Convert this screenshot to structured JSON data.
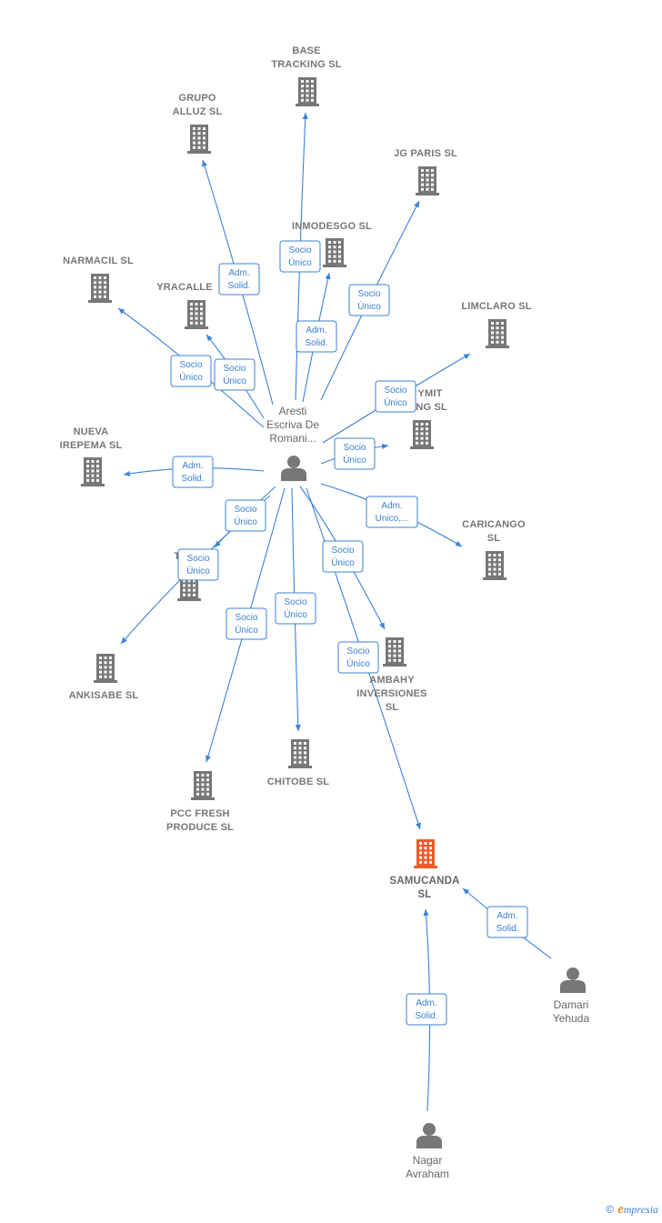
{
  "colors": {
    "edge": "#3b82d6",
    "building": "#777777",
    "building_main": "#f05a28",
    "person": "#777777"
  },
  "center": {
    "id": "aresti",
    "lines": [
      "Aresti",
      "Escriva De",
      "Romani..."
    ]
  },
  "companies": [
    {
      "id": "base",
      "lines": [
        "BASE",
        "TRACKING  SL"
      ]
    },
    {
      "id": "grupo",
      "lines": [
        "GRUPO",
        "ALLUZ SL"
      ]
    },
    {
      "id": "jgparis",
      "lines": [
        "JG PARIS  SL"
      ]
    },
    {
      "id": "inmodesgo",
      "lines": [
        "INMODESGO SL"
      ]
    },
    {
      "id": "narmacil",
      "lines": [
        "NARMACIL  SL"
      ]
    },
    {
      "id": "yracalle",
      "lines": [
        "YRACALLE"
      ]
    },
    {
      "id": "limclaro",
      "lines": [
        "LIMCLARO  SL"
      ]
    },
    {
      "id": "mymit",
      "lines": [
        "YMIT",
        "ING  SL"
      ]
    },
    {
      "id": "nueva",
      "lines": [
        "NUEVA",
        "IREPEMA SL"
      ]
    },
    {
      "id": "caricango",
      "lines": [
        "CARICANGO",
        "SL"
      ]
    },
    {
      "id": "tura",
      "lines": [
        "TURA",
        "L"
      ]
    },
    {
      "id": "ankisabe",
      "lines": [
        "ANKISABE  SL"
      ]
    },
    {
      "id": "ambahy",
      "lines": [
        "AMBAHY",
        "INVERSIONES",
        "SL"
      ]
    },
    {
      "id": "chitobe",
      "lines": [
        "CHITOBE  SL"
      ]
    },
    {
      "id": "pcc",
      "lines": [
        "PCC FRESH",
        "PRODUCE  SL"
      ]
    },
    {
      "id": "samucanda",
      "lines": [
        "SAMUCANDA",
        "SL"
      ],
      "main": true
    }
  ],
  "persons": [
    {
      "id": "damari",
      "lines": [
        "Damari",
        "Yehuda"
      ]
    },
    {
      "id": "nagar",
      "lines": [
        "Nagar",
        "Avraham"
      ]
    }
  ],
  "relations": [
    {
      "from": "aresti",
      "to": "base",
      "label": [
        "Socio",
        "Único"
      ]
    },
    {
      "from": "aresti",
      "to": "grupo",
      "label": [
        "Adm.",
        "Solid."
      ]
    },
    {
      "from": "aresti",
      "to": "jgparis",
      "label": [
        "Socio",
        "Único"
      ]
    },
    {
      "from": "aresti",
      "to": "inmodesgo",
      "label": [
        "Adm.",
        "Solid."
      ]
    },
    {
      "from": "aresti",
      "to": "narmacil",
      "label": [
        "Socio",
        "Único"
      ]
    },
    {
      "from": "aresti",
      "to": "yracalle",
      "label": [
        "Socio",
        "Único"
      ]
    },
    {
      "from": "aresti",
      "to": "limclaro",
      "label": [
        "Socio",
        "Único"
      ]
    },
    {
      "from": "aresti",
      "to": "mymit",
      "label": [
        "Socio",
        "Único"
      ]
    },
    {
      "from": "aresti",
      "to": "nueva",
      "label": [
        "Adm.",
        "Solid."
      ]
    },
    {
      "from": "aresti",
      "to": "caricango",
      "label": [
        "Adm.",
        "Unico,..."
      ]
    },
    {
      "from": "aresti",
      "to": "tura",
      "label": [
        "Socio",
        "Único"
      ]
    },
    {
      "from": "aresti",
      "to": "ankisabe",
      "label": [
        "Socio",
        "Único"
      ]
    },
    {
      "from": "aresti",
      "to": "ambahy",
      "label": [
        "Socio",
        "Único"
      ]
    },
    {
      "from": "aresti",
      "to": "chitobe",
      "label": [
        "Socio",
        "Único"
      ]
    },
    {
      "from": "aresti",
      "to": "pcc",
      "label": [
        "Socio",
        "Único"
      ]
    },
    {
      "from": "aresti",
      "to": "samucanda",
      "label": [
        "Socio",
        "Único"
      ]
    },
    {
      "from": "damari",
      "to": "samucanda",
      "label": [
        "Adm.",
        "Solid."
      ]
    },
    {
      "from": "nagar",
      "to": "samucanda",
      "label": [
        "Adm.",
        "Solid."
      ]
    }
  ],
  "brand": {
    "copyright": "©",
    "e": "e",
    "rest": "mpresia"
  }
}
